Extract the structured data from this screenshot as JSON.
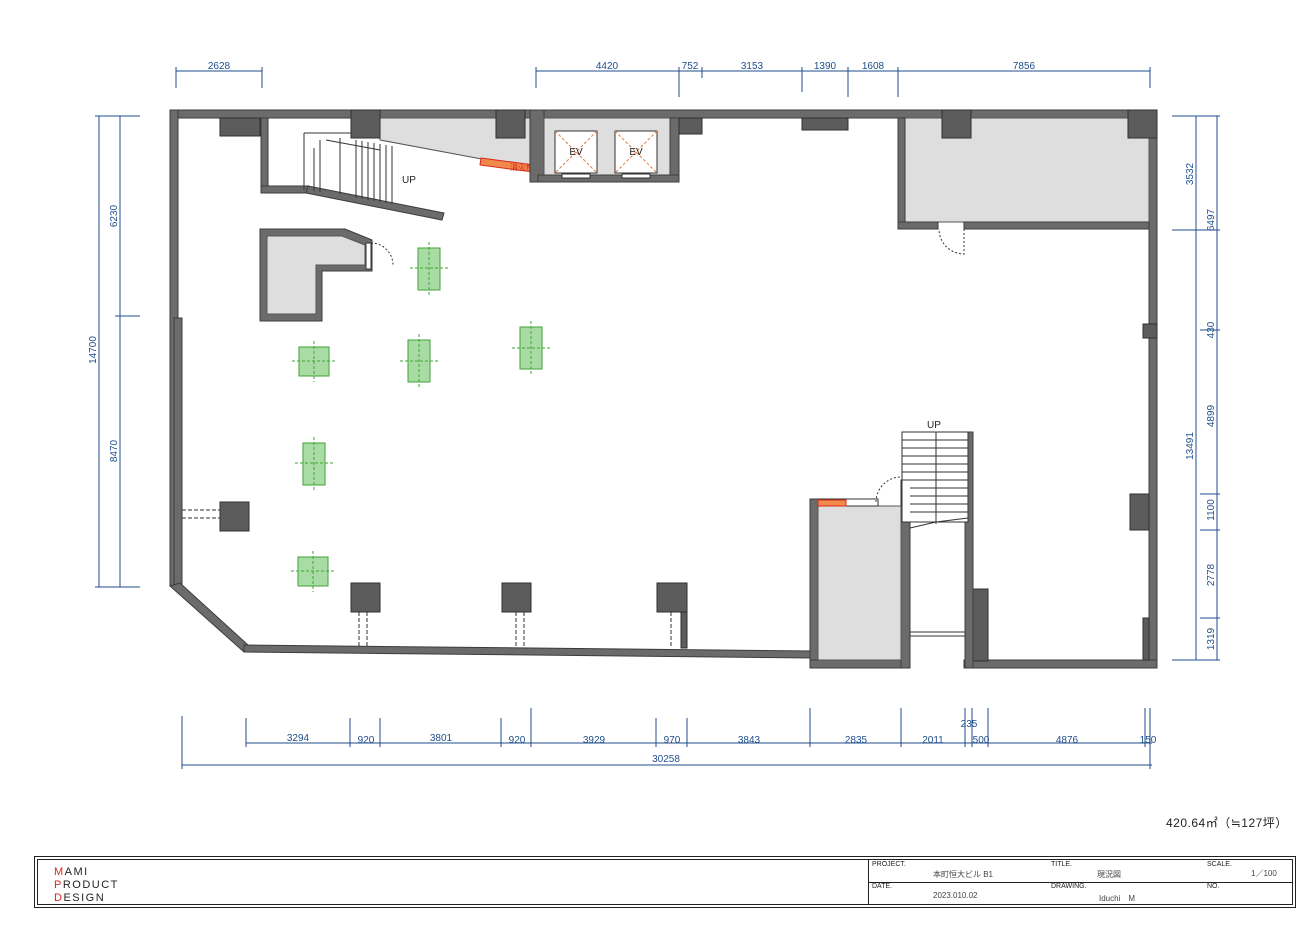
{
  "dimensions": {
    "top": [
      "2628",
      "4420",
      "752",
      "3153",
      "1390",
      "1608",
      "7856"
    ],
    "left": [
      "14700",
      "6230",
      "8470"
    ],
    "right": [
      "3532",
      "6497",
      "430",
      "4899",
      "13491",
      "1100",
      "2778",
      "1319"
    ],
    "bottom": [
      "3294",
      "920",
      "3801",
      "920",
      "3929",
      "970",
      "3843",
      "2835",
      "2011",
      "235",
      "500",
      "4876",
      "150"
    ],
    "bottom_total": "30258"
  },
  "labels": {
    "up_1": "UP",
    "up_2": "UP",
    "ev_1": "EV",
    "ev_2": "EV",
    "hydrant": "消火栓"
  },
  "area_text": "420.64㎡（≒127坪）",
  "title_block": {
    "logo": {
      "line1_initial": "M",
      "line1_rest": "AMI",
      "line2_initial": "P",
      "line2_rest": "RODUCT",
      "line3_initial": "D",
      "line3_rest": "ESIGN"
    },
    "project_label": "PROJECT.",
    "project_value": "本町恒大ビル B1",
    "title_label": "TITLE.",
    "title_value": "現況図",
    "scale_label": "SCALE.",
    "scale_value": "1／100",
    "date_label": "DATE.",
    "date_value": "2023.010.02",
    "drawing_label": "DRAWING.",
    "drawing_value": "Iduchi　M",
    "no_label": "NO.",
    "no_value": ""
  },
  "colors": {
    "dimension": "#1f4e8c",
    "wall": "#6b6b6b",
    "core_fill": "#dedede",
    "fixture_green": "#a9dca4",
    "hydrant_orange": "#f08a4b",
    "logo_red": "#d8281c"
  }
}
